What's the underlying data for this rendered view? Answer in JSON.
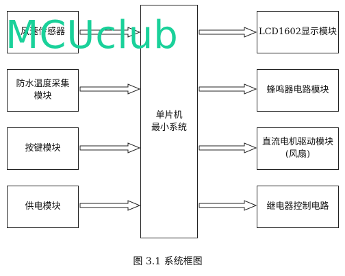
{
  "left_modules": [
    {
      "lines": [
        "风速传感器"
      ]
    },
    {
      "lines": [
        "防水温度采集",
        "模块"
      ]
    },
    {
      "lines": [
        "按键模块"
      ]
    },
    {
      "lines": [
        "供电模块"
      ]
    }
  ],
  "center_module": {
    "lines": [
      "单片机",
      "最小系统"
    ]
  },
  "right_modules": [
    {
      "lines": [
        "LCD1602显示模块"
      ]
    },
    {
      "lines": [
        "蜂鸣器电路模块"
      ]
    },
    {
      "lines": [
        "直流电机驱动模块",
        "(风扇)"
      ]
    },
    {
      "lines": [
        "继电器控制电路"
      ]
    }
  ],
  "watermark": "MCUclub",
  "caption": "图 3.1  系统框图",
  "colors": {
    "watermark": "#1ad19a",
    "stroke": "#222222"
  }
}
